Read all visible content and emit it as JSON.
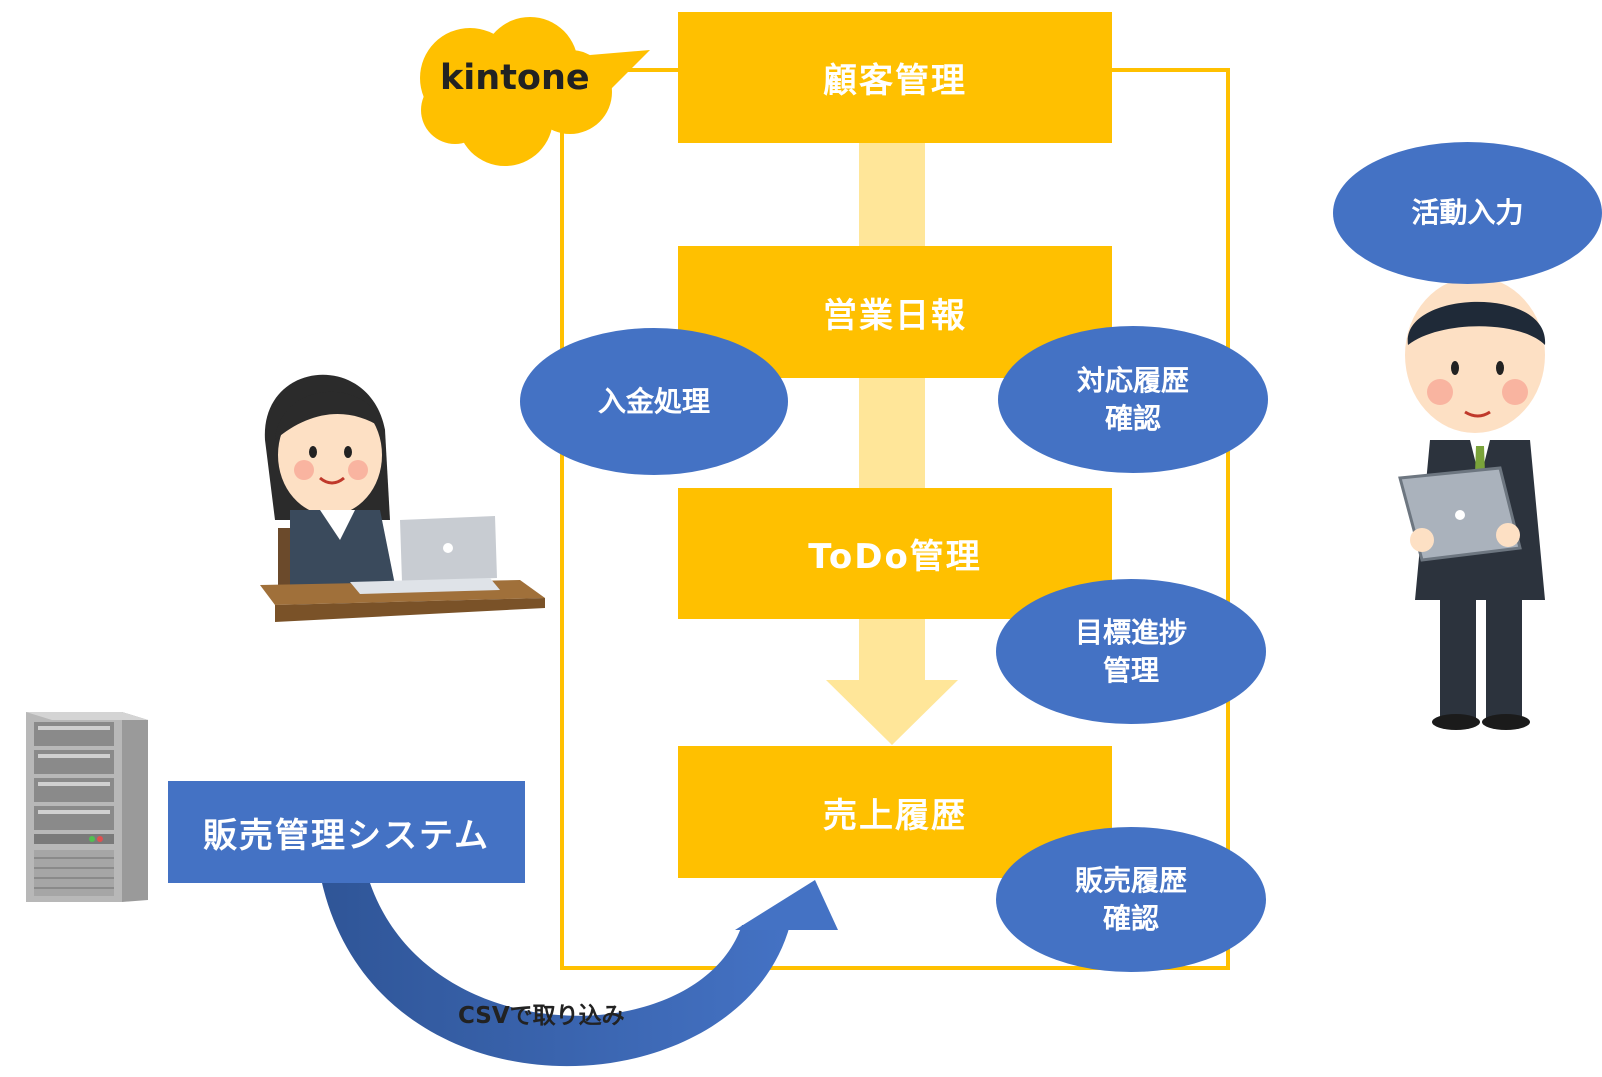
{
  "kintone_logo": {
    "text": "kintone"
  },
  "flow_boxes": [
    {
      "label": "顧客管理"
    },
    {
      "label": "営業日報"
    },
    {
      "label": "ToDo管理"
    },
    {
      "label": "売上履歴"
    }
  ],
  "ovals": {
    "nyukin": "入金処理",
    "taiou": "対応履歴\n確認",
    "mokuhyo": "目標進捗\n管理",
    "hanbai_rireki": "販売履歴\n確認",
    "katsudo": "活動入力"
  },
  "sales_system": {
    "label": "販売管理システム"
  },
  "csv_import": {
    "label": "CSVで取り込み"
  },
  "colors": {
    "yellow": "#FFC000",
    "light_yellow": "#FFE699",
    "blue": "#4472C4",
    "dark_blue": "#2F5597"
  }
}
